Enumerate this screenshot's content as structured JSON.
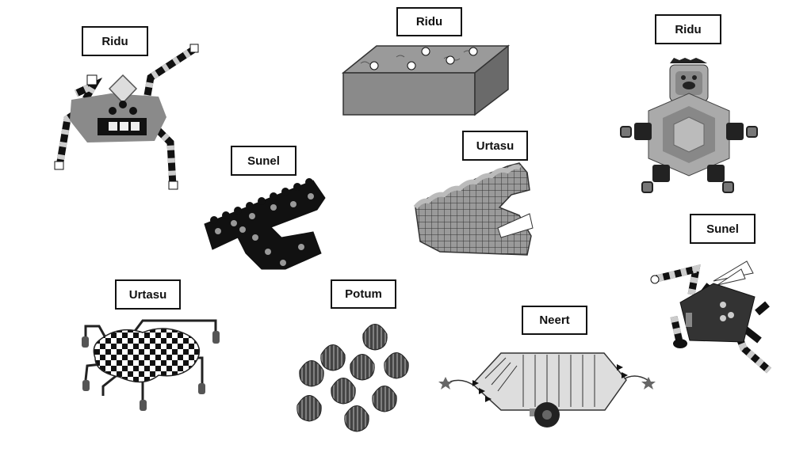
{
  "creatures": [
    {
      "name": "Ridu",
      "icon": "spider-robot-icon"
    },
    {
      "name": "Ridu",
      "icon": "block-icon"
    },
    {
      "name": "Ridu",
      "icon": "turtle-robot-icon"
    },
    {
      "name": "Sunel",
      "icon": "dotted-claw-icon"
    },
    {
      "name": "Urtasu",
      "icon": "grid-claw-icon"
    },
    {
      "name": "Sunel",
      "icon": "pentagon-robot-icon"
    },
    {
      "name": "Urtasu",
      "icon": "checkered-bug-icon"
    },
    {
      "name": "Potum",
      "icon": "seed-cluster-icon"
    },
    {
      "name": "Neert",
      "icon": "striped-cart-icon"
    }
  ],
  "colors": {
    "dark": "#222222",
    "mid": "#8a8a8a",
    "light": "#c8c8c8"
  }
}
